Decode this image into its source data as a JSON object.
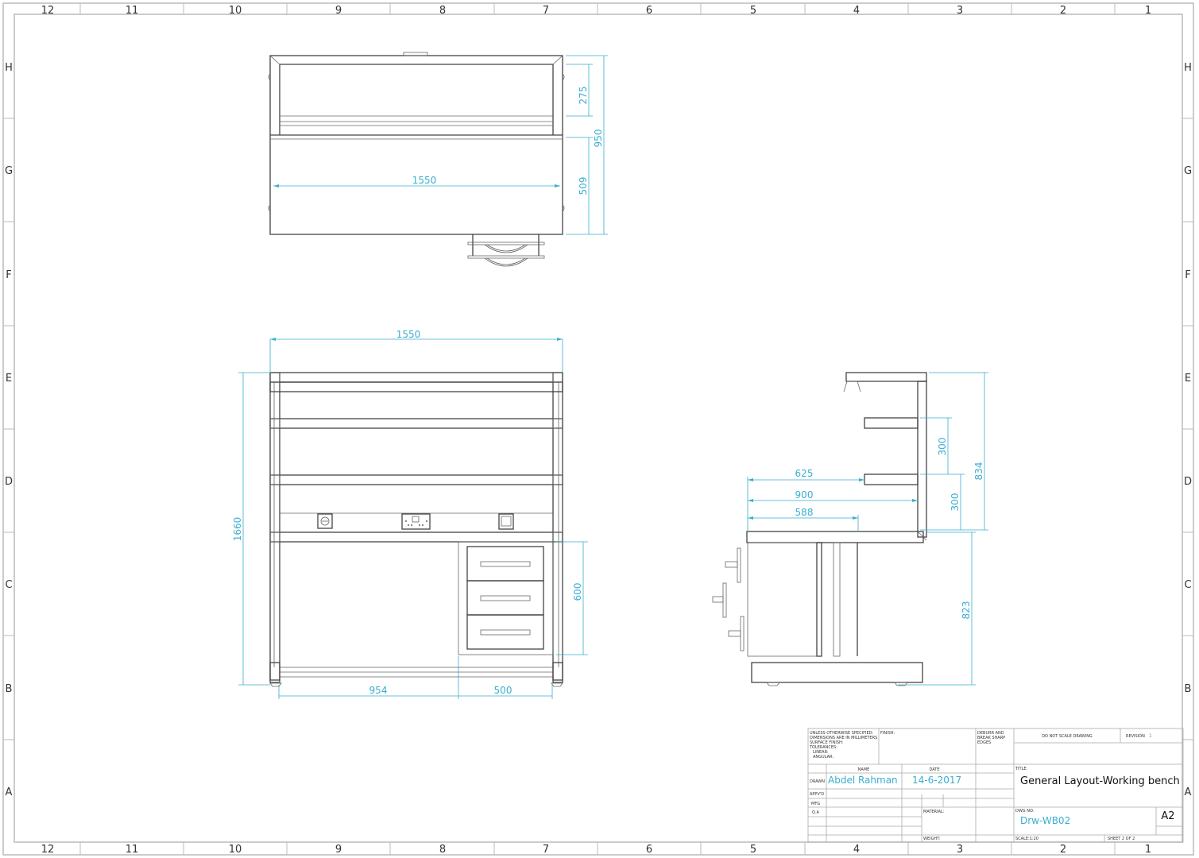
{
  "sheet": {
    "zones_columns": [
      "12",
      "11",
      "10",
      "9",
      "8",
      "7",
      "6",
      "5",
      "4",
      "3",
      "2",
      "1"
    ],
    "zones_rows": [
      "H",
      "G",
      "F",
      "E",
      "D",
      "C",
      "B",
      "A"
    ],
    "accent_color": "#3aaecf",
    "line_color": "#444444"
  },
  "views": {
    "top_view": {
      "dims": {
        "width": "1550",
        "upper_depth": "275",
        "lower_depth": "509",
        "total_depth": "950"
      }
    },
    "front_view": {
      "dims": {
        "width": "1550",
        "height": "1660",
        "drawer_height": "600",
        "left_span": "954",
        "drawer_width": "500"
      },
      "components": [
        "socket-outlet",
        "double-socket",
        "switch"
      ],
      "drawers": 3
    },
    "side_view": {
      "dims": {
        "shelf_depth": "625",
        "top_depth": "900",
        "inner_depth": "588",
        "shelf_spacing_upper": "300",
        "shelf_spacing_lower": "300",
        "upper_height": "834",
        "bench_height": "823"
      }
    }
  },
  "title_block": {
    "notes": [
      "UNLESS OTHERWISE SPECIFIED:",
      "DIMENSIONS ARE IN MILLIMETERS",
      "SURFACE FINISH:",
      "TOLERANCES:",
      "LINEAR:",
      "ANGULAR:"
    ],
    "finish_label": "FINISH:",
    "deburr": [
      "DEBURR AND",
      "BREAK SHARP",
      "EDGES"
    ],
    "do_not_scale": "DO NOT SCALE DRAWING",
    "revision_label": "REVISION",
    "revision_value": "1",
    "name_header": "NAME",
    "date_header": "DATE",
    "rows": [
      "DRAWN",
      "APPV'D",
      "MFG",
      "Q.A"
    ],
    "drawn_name": "Abdel Rahman",
    "drawn_date": "14-6-2017",
    "title_label": "TITLE:",
    "title": "General Layout-Working bench",
    "material_label": "MATERIAL:",
    "dwg_no_label": "DWG NO.",
    "dwg_no": "Drw-WB02",
    "size": "A2",
    "weight_label": "WEIGHT:",
    "scale": "SCALE:1:20",
    "sheet": "SHEET 2 OF 2"
  }
}
